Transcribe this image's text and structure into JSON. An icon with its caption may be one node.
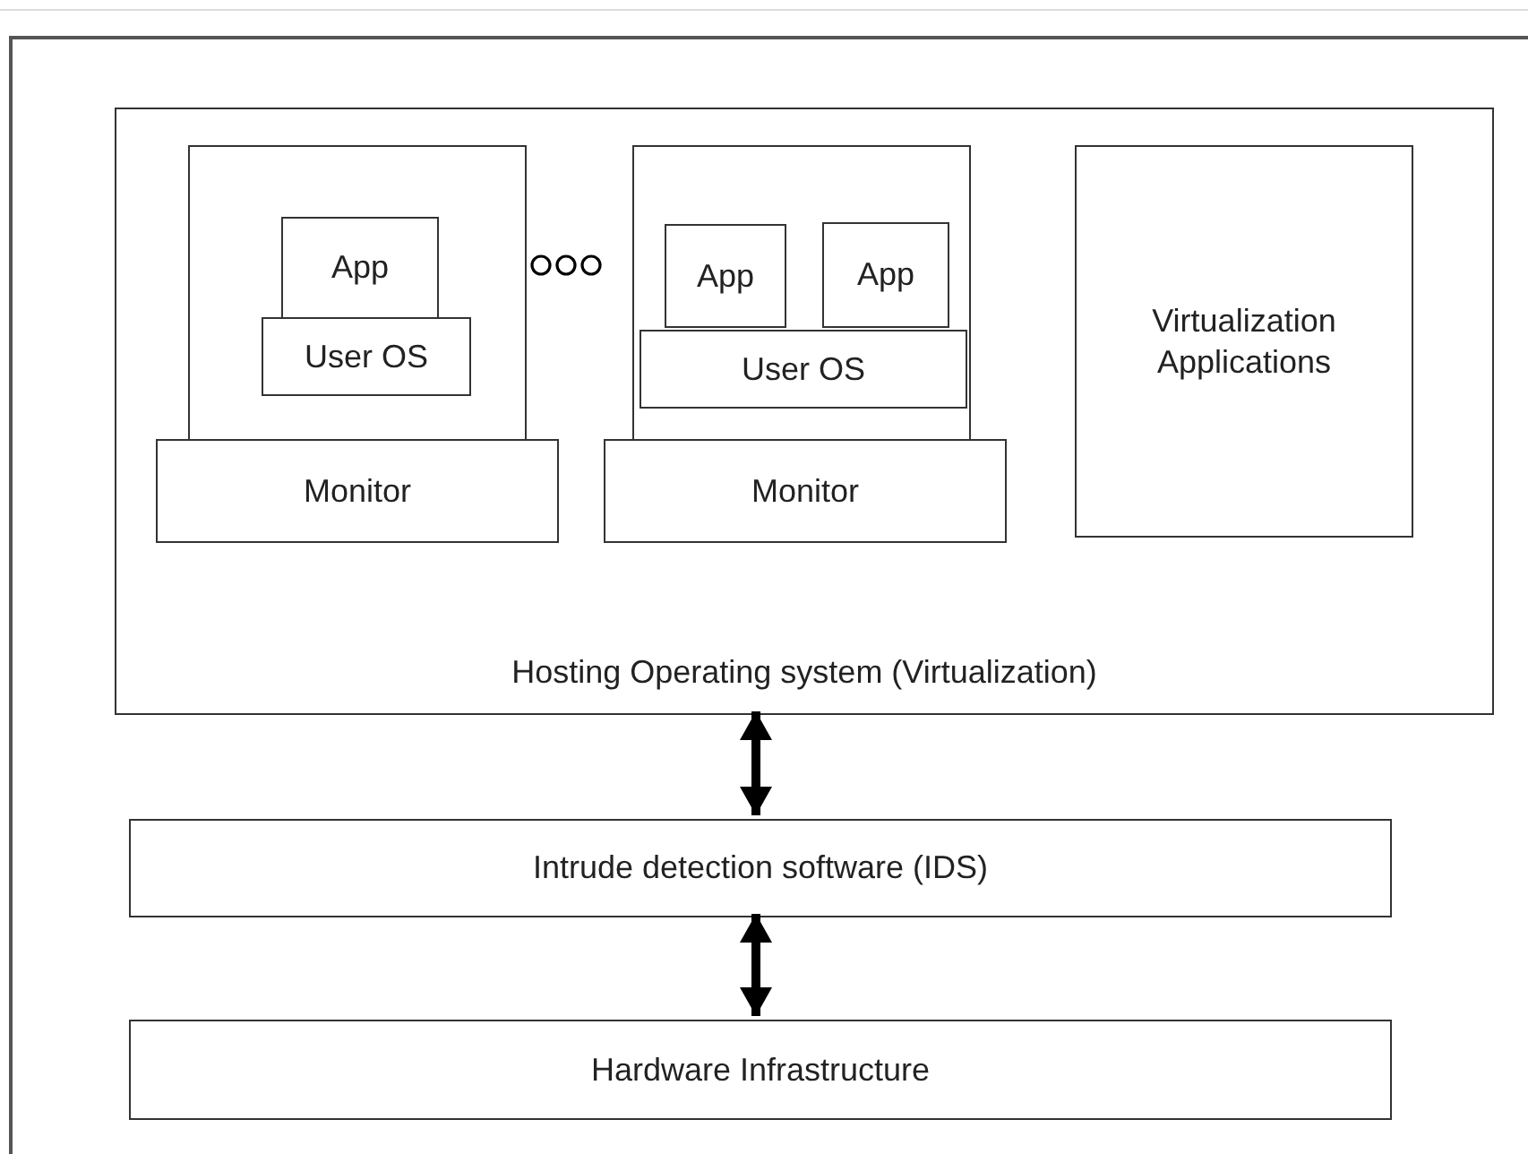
{
  "diagram": {
    "nodes": [
      {
        "text": [],
        "shape": "box"
      },
      {
        "text": [
          "Hosting Operating system (Virtualization)"
        ],
        "in": 0
      },
      {
        "text": [],
        "shape": "box",
        "in": 1
      },
      {
        "text": [
          "App"
        ],
        "in": 2
      },
      {
        "text": [
          "User OS"
        ],
        "in": 2
      },
      {
        "text": [
          "Monitor"
        ],
        "in": 1
      },
      {
        "text": [],
        "shape": "box",
        "in": 1
      },
      {
        "text": [
          "App"
        ],
        "in": 6
      },
      {
        "text": [
          "App"
        ],
        "in": 6
      },
      {
        "text": [
          "User OS"
        ],
        "in": 6
      },
      {
        "text": [
          "Monitor"
        ],
        "in": 1
      },
      {
        "text": [
          "Virtualization Applications"
        ],
        "in": 1
      },
      {
        "text": [
          "Intrude detection software (IDS)"
        ],
        "in": 0
      },
      {
        "text": [
          "Hardware Infrastructure"
        ],
        "in": 0
      }
    ],
    "edges": [
      {
        "from": 1,
        "to": 12,
        "arrow": "both"
      },
      {
        "from": 12,
        "to": 13,
        "arrow": "both"
      }
    ]
  }
}
